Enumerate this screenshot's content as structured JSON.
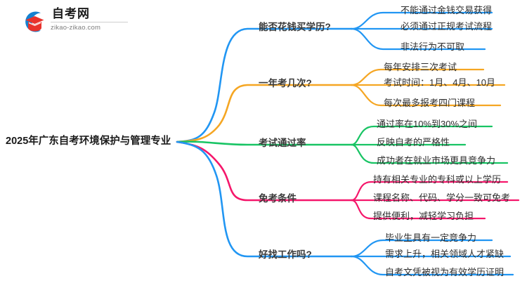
{
  "logo": {
    "name": "zikao-logo",
    "title": "自考网",
    "subtitle": "zikao-zikao.com",
    "mark_blue": "#1681d0",
    "mark_red": "#e8322c"
  },
  "mindmap": {
    "root": {
      "label": "2025年广东自考环境保护与管理专业"
    },
    "branches": [
      {
        "label": "能否花钱买学历?",
        "color": "#2196f3",
        "children": [
          "不能通过金钱交易获得",
          "必须通过正规考试流程",
          "非法行为不可取"
        ]
      },
      {
        "label": "一年考几次?",
        "color": "#f5a623",
        "children": [
          "每年安排三次考试",
          "考试时间：1月、4月、10月",
          "每次最多报考四门课程"
        ]
      },
      {
        "label": "考试通过率",
        "color": "#18c464",
        "children": [
          "通过率在10%到30%之间",
          "反映自考的严格性",
          "成功者在就业市场更具竞争力"
        ]
      },
      {
        "label": "免考条件",
        "color": "#f5176b",
        "children": [
          "持有相关专业的专科或以上学历",
          "课程名称、代码、学分一致可免考",
          "提供便利，减轻学习负担"
        ]
      },
      {
        "label": "好找工作吗?",
        "color": "#2196f3",
        "children": [
          "毕业生具有一定竞争力",
          "需求上升，相关领域人才紧缺",
          "自考文凭被视为有效学历证明"
        ]
      }
    ]
  }
}
